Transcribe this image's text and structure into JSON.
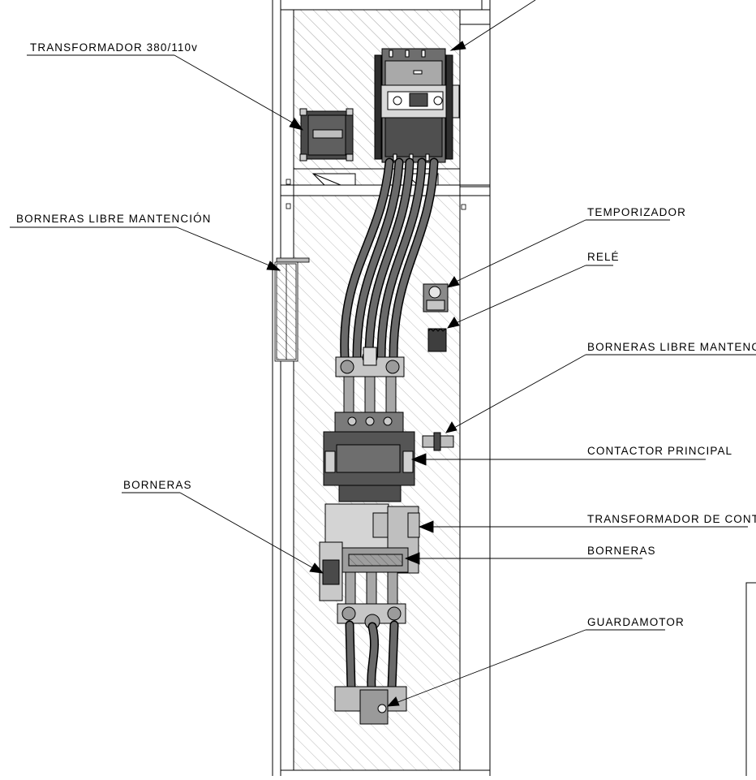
{
  "labels": {
    "transformador_380": "TRANSFORMADOR 380/110v",
    "borneras_libre_1": "BORNERAS LIBRE MANTENCIÓN",
    "temporizador": "TEMPORIZADOR",
    "rele": "RELÉ",
    "borneras_libre_2": "BORNERAS LIBRE MANTENCIÓN",
    "contactor_principal": "CONTACTOR PRINCIPAL",
    "borneras_left": "BORNERAS",
    "transformador_control": "TRANSFORMADOR DE CONTROL",
    "borneras_right": "BORNERAS",
    "guardamotor": "GUARDAMOTOR"
  },
  "colors": {
    "component_dark": "#4d4d4d",
    "component_mid": "#8c8c8c",
    "component_light": "#c8c8c8",
    "hatch": "#b0b0b0",
    "line": "#000000"
  }
}
